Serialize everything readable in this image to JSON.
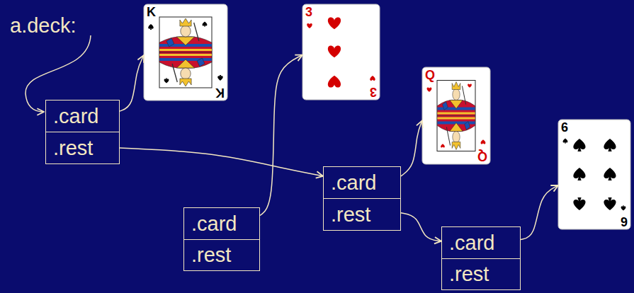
{
  "diagram": {
    "nodes": [
      {
        "text": [
          ".card"
        ]
      },
      {
        "text": [
          ".rest"
        ]
      },
      {
        "text": [
          "K",
          "K"
        ]
      },
      {
        "text": [
          "3",
          "3"
        ]
      },
      {
        "text": [
          "Q",
          "Q"
        ]
      },
      {
        "text": [
          ".card"
        ]
      },
      {
        "text": [
          ".rest"
        ]
      },
      {
        "text": [
          "6",
          "6"
        ]
      },
      {
        "text": [
          ".card"
        ]
      },
      {
        "text": [
          ".rest"
        ]
      },
      {
        "text": [
          ".card"
        ]
      },
      {
        "text": [
          ".rest"
        ]
      }
    ],
    "edges": [
      {
        "from": 0,
        "to": 2,
        "arrow": "to"
      },
      {
        "from": 1,
        "to": 5,
        "arrow": "to"
      },
      {
        "from": 8,
        "to": 3,
        "arrow": "to"
      },
      {
        "from": 5,
        "to": 4,
        "arrow": "to"
      },
      {
        "from": 6,
        "to": 10,
        "arrow": "to"
      },
      {
        "from": 10,
        "to": 7,
        "arrow": "to"
      }
    ],
    "labels": [
      "a.deck:"
    ]
  }
}
